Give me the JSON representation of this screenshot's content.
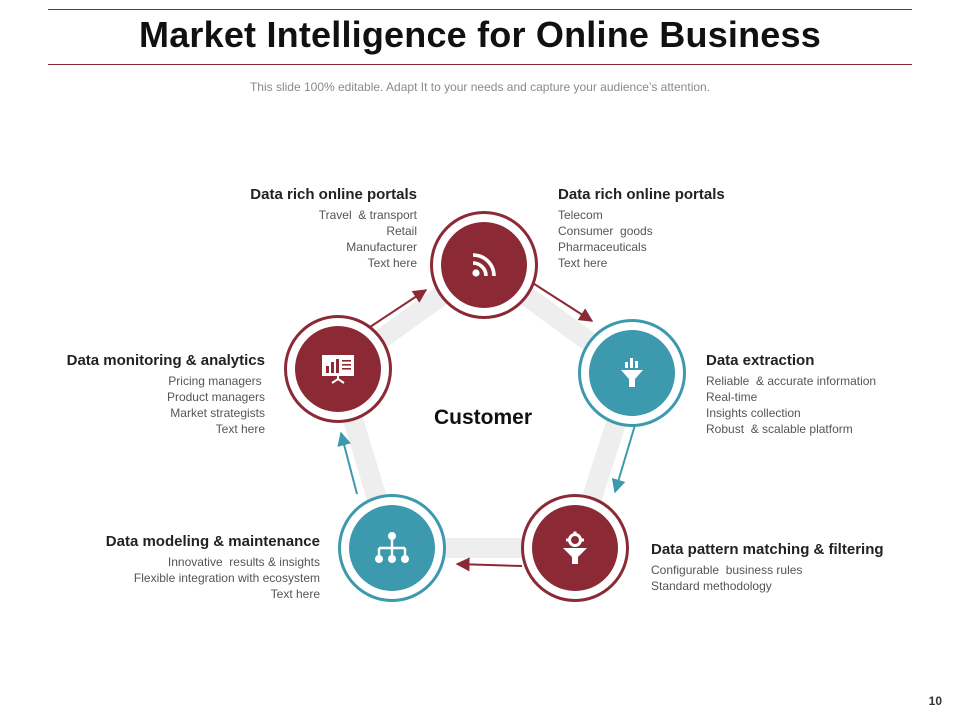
{
  "title": "Market Intelligence for Online Business",
  "subtitle": "This slide 100% editable. Adapt  It to your needs and capture your audience’s attention.",
  "page_number": "10",
  "center_label": "Customer",
  "colors": {
    "red": "#8b2a34",
    "teal": "#3d9aae",
    "ring_track": "#eeeeee"
  },
  "nodes": [
    {
      "icon": "rss-icon",
      "color": "red"
    },
    {
      "icon": "funnel-chart-icon",
      "color": "teal"
    },
    {
      "icon": "gear-funnel-icon",
      "color": "red"
    },
    {
      "icon": "hierarchy-icon",
      "color": "teal"
    },
    {
      "icon": "presentation-chart-icon",
      "color": "red"
    }
  ],
  "blocks": [
    {
      "heading": "Data rich online portals",
      "lines": [
        "Travel  & transport",
        "Retail",
        "Manufacturer",
        "Text here"
      ]
    },
    {
      "heading": "Data rich online portals",
      "lines": [
        "Telecom",
        "Consumer  goods",
        "Pharmaceuticals",
        "Text here"
      ]
    },
    {
      "heading": "Data extraction",
      "lines": [
        "Reliable  & accurate information",
        "Real-time",
        "Insights collection",
        "Robust  & scalable platform"
      ]
    },
    {
      "heading": "Data pattern matching & filtering",
      "lines": [
        "Configurable  business rules",
        "Standard methodology"
      ]
    },
    {
      "heading": "Data modeling & maintenance",
      "lines": [
        "Innovative  results & insights",
        "Flexible integration with ecosystem",
        "Text here"
      ]
    },
    {
      "heading": "Data monitoring & analytics",
      "lines": [
        "Pricing managers ",
        "Product managers",
        "Market strategists",
        "Text here"
      ]
    }
  ]
}
